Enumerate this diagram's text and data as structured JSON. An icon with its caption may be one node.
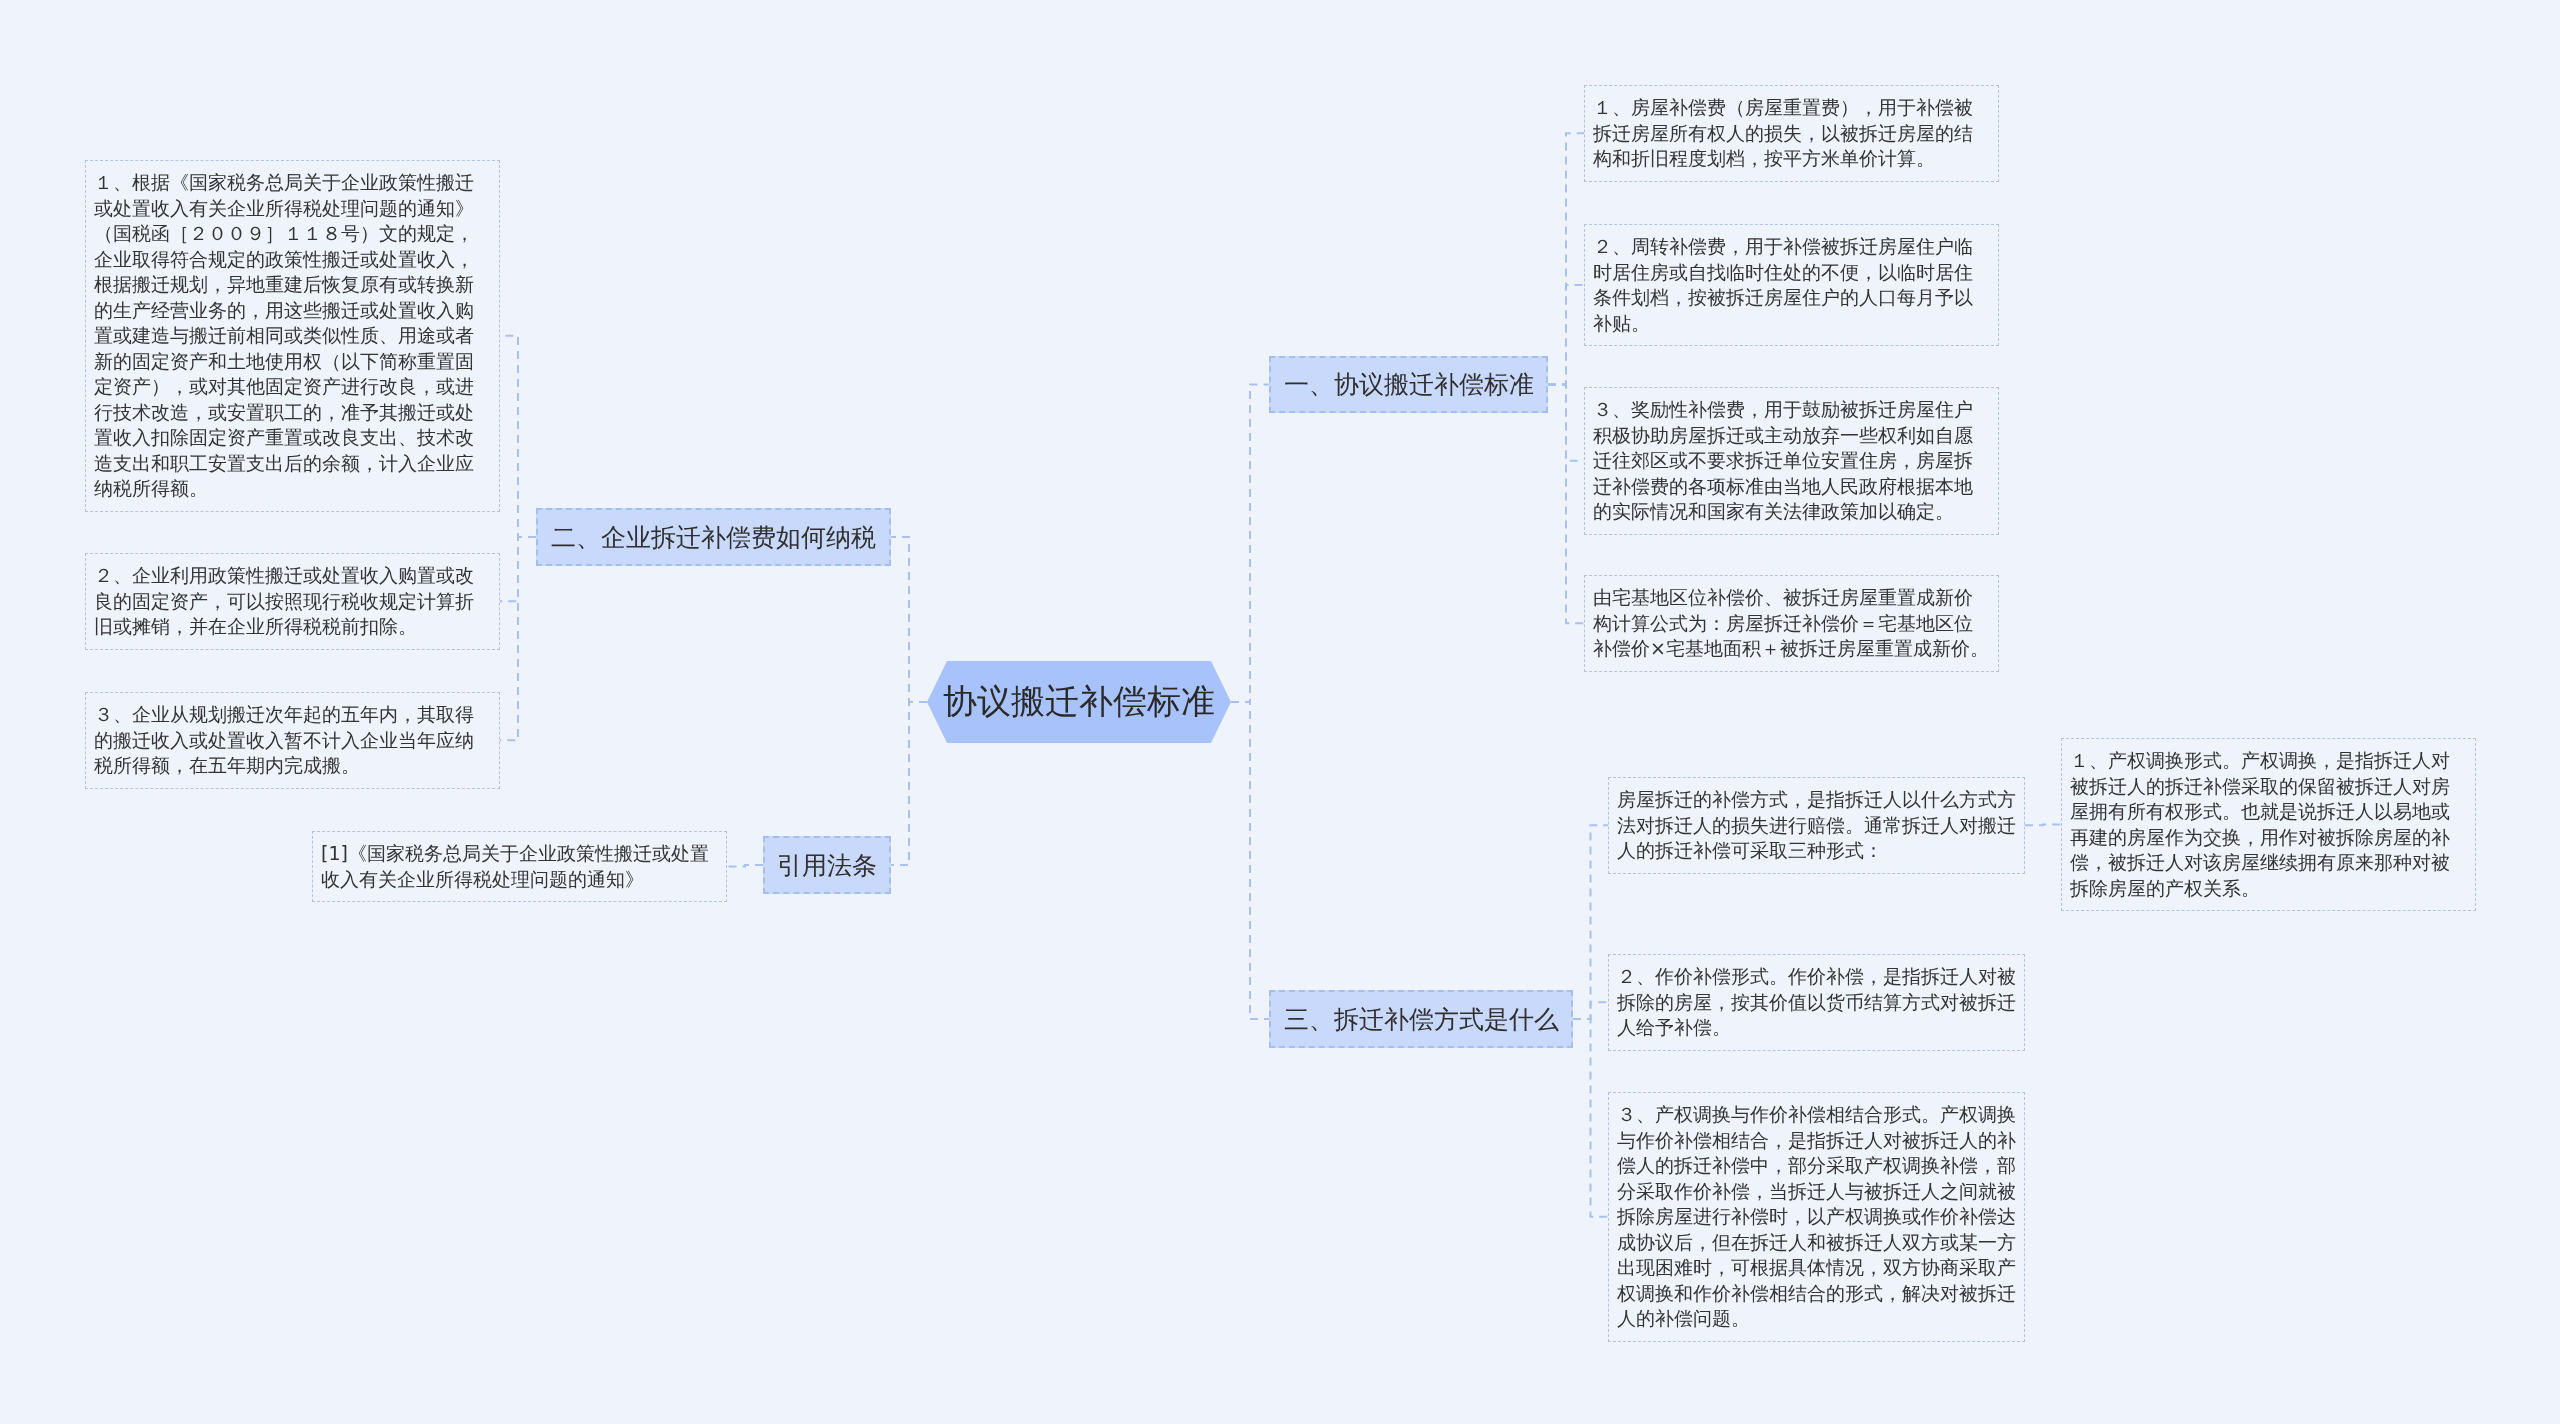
{
  "diagram": {
    "nodes": [
      {
        "text": [
          "协议搬迁补偿标准"
        ]
      },
      {
        "text": [
          "一、协议搬迁补偿标准"
        ]
      },
      {
        "text": [
          "１、房屋补偿费（房屋重置费），用于补偿被拆迁房屋所有权人的损失，以被拆迁房屋的结构和折旧程度划档，按平方米单价计算。"
        ]
      },
      {
        "text": [
          "２、周转补偿费，用于补偿被拆迁房屋住户临时居住房或自找临时住处的不便，以临时居住条件划档，按被拆迁房屋住户的人口每月予以补贴。"
        ]
      },
      {
        "text": [
          "３、奖励性补偿费，用于鼓励被拆迁房屋住户积极协助房屋拆迁或主动放弃一些权利如自愿迁往郊区或不要求拆迁单位安置住房，房屋拆迁补偿费的各项标准由当地人民政府根据本地的实际情况和国家有关法律政策加以确定。"
        ]
      },
      {
        "text": [
          "由宅基地区位补偿价、被拆迁房屋重置成新价构计算公式为：房屋拆迁补偿价＝宅基地区位补偿价×宅基地面积＋被拆迁房屋重置成新价。"
        ]
      },
      {
        "text": [
          "二、企业拆迁补偿费如何纳税"
        ]
      },
      {
        "text": [
          "１、根据《国家税务总局关于企业政策性搬迁或处置收入有关企业所得税处理问题的通知》（国税函［２００９］１１８号）文的规定，企业取得符合规定的政策性搬迁或处置收入，根据搬迁规划，异地重建后恢复原有或转换新的生产经营业务的，用这些搬迁或处置收入购置或建造与搬迁前相同或类似性质、用途或者新的固定资产和土地使用权（以下简称重置固定资产），或对其他固定资产进行改良，或进行技术改造，或安置职工的，准予其搬迁或处置收入扣除固定资产重置或改良支出、技术改造支出和职工安置支出后的余额，计入企业应纳税所得额。"
        ]
      },
      {
        "text": [
          "２、企业利用政策性搬迁或处置收入购置或改良的固定资产，可以按照现行税收规定计算折旧或摊销，并在企业所得税税前扣除。"
        ]
      },
      {
        "text": [
          "３、企业从规划搬迁次年起的五年内，其取得的搬迁收入或处置收入暂不计入企业当年应纳税所得额，在五年期内完成搬。"
        ]
      },
      {
        "text": [
          "三、拆迁补偿方式是什么"
        ]
      },
      {
        "text": [
          "房屋拆迁的补偿方式，是指拆迁人以什么方式方法对拆迁人的损失进行赔偿。通常拆迁人对搬迁人的拆迁补偿可采取三种形式："
        ]
      },
      {
        "text": [
          "１、产权调换形式。产权调换，是指拆迁人对被拆迁人的拆迁补偿采取的保留被拆迁人对房屋拥有所有权形式。也就是说拆迁人以易地或再建的房屋作为交换，用作对被拆除房屋的补偿，被拆迁人对该房屋继续拥有原来那种对被拆除房屋的产权关系。"
        ]
      },
      {
        "text": [
          "２、作价补偿形式。作价补偿，是指拆迁人对被拆除的房屋，按其价值以货币结算方式对被拆迁人给予补偿。"
        ]
      },
      {
        "text": [
          "３、产权调换与作价补偿相结合形式。产权调换与作价补偿相结合，是指拆迁人对被拆迁人的补偿人的拆迁补偿中，部分采取产权调换补偿，部分采取作价补偿，当拆迁人与被拆迁人之间就被拆除房屋进行补偿时，以产权调换或作价补偿达成协议后，但在拆迁人和被拆迁人双方或某一方出现困难时，可根据具体情况，双方协商采取产权调换和作价补偿相结合的形式，解决对被拆迁人的补偿问题。"
        ]
      },
      {
        "text": [
          "引用法条"
        ]
      },
      {
        "text": [
          "[1]《国家税务总局关于企业政策性搬迁或处置收入有关企业所得税处理问题的通知》"
        ]
      }
    ],
    "edges": [
      {
        "from": 0,
        "to": 1,
        "arrow": "none"
      },
      {
        "from": 1,
        "to": 2,
        "arrow": "none"
      },
      {
        "from": 1,
        "to": 3,
        "arrow": "none"
      },
      {
        "from": 1,
        "to": 4,
        "arrow": "none"
      },
      {
        "from": 1,
        "to": 5,
        "arrow": "none"
      },
      {
        "from": 0,
        "to": 6,
        "arrow": "none"
      },
      {
        "from": 6,
        "to": 7,
        "arrow": "none"
      },
      {
        "from": 6,
        "to": 8,
        "arrow": "none"
      },
      {
        "from": 6,
        "to": 9,
        "arrow": "none"
      },
      {
        "from": 0,
        "to": 10,
        "arrow": "none"
      },
      {
        "from": 10,
        "to": 11,
        "arrow": "none"
      },
      {
        "from": 11,
        "to": 12,
        "arrow": "none"
      },
      {
        "from": 10,
        "to": 13,
        "arrow": "none"
      },
      {
        "from": 10,
        "to": 14,
        "arrow": "none"
      },
      {
        "from": 0,
        "to": 15,
        "arrow": "none"
      },
      {
        "from": 15,
        "to": 16,
        "arrow": "none"
      }
    ]
  }
}
